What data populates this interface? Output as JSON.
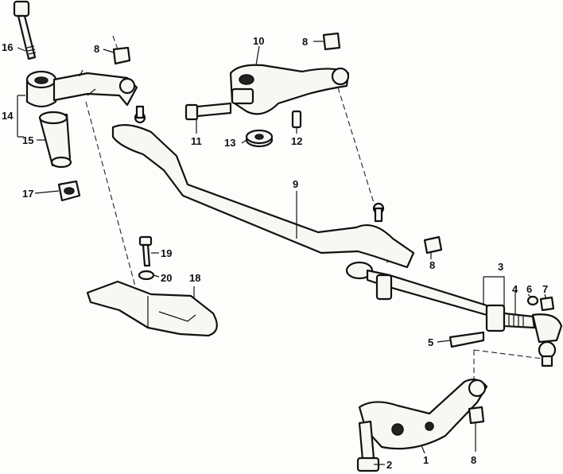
{
  "labels": {
    "n1": "1",
    "n2": "2",
    "n3": "3",
    "n4": "4",
    "n5": "5",
    "n6": "6",
    "n7": "7",
    "n8a": "8",
    "n8b": "8",
    "n8c": "8",
    "n8d": "8",
    "n9": "9",
    "n10": "10",
    "n11": "11",
    "n12": "12",
    "n13": "13",
    "n14": "14",
    "n15": "15",
    "n16": "16",
    "n17": "17",
    "n18": "18",
    "n19": "19",
    "n20": "20"
  }
}
